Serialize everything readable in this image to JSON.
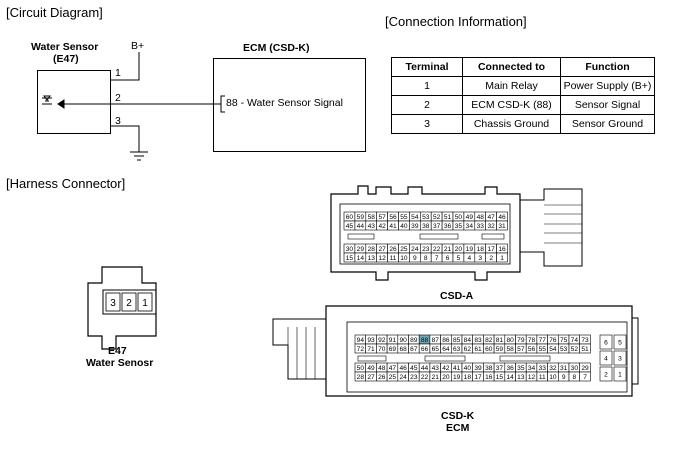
{
  "sections": {
    "circuit": "[Circuit Diagram]",
    "connection": "[Connection Information]",
    "harness": "[Harness Connector]"
  },
  "sensor": {
    "title": "Water Sensor",
    "code": "(E47)",
    "supply": "B+",
    "pins": [
      "1",
      "2",
      "3"
    ]
  },
  "ecm": {
    "title": "ECM (CSD-K)",
    "signal": "88 - Water Sensor Signal"
  },
  "table": {
    "headers": [
      "Terminal",
      "Connected to",
      "Function"
    ],
    "rows": [
      [
        "1",
        "Main Relay",
        "Power Supply (B+)"
      ],
      [
        "2",
        "ECM CSD-K (88)",
        "Sensor Signal"
      ],
      [
        "3",
        "Chassis Ground",
        "Sensor Ground"
      ]
    ]
  },
  "e47": {
    "pins": [
      "3",
      "2",
      "1"
    ],
    "label_1": "E47",
    "label_2": "Water Senosr"
  },
  "csd_a": {
    "label": "CSD-A",
    "row1": [
      "60",
      "59",
      "58",
      "57",
      "56",
      "55",
      "54",
      "53",
      "52",
      "51",
      "50",
      "49",
      "48",
      "47",
      "46"
    ],
    "row2": [
      "45",
      "44",
      "43",
      "42",
      "41",
      "40",
      "39",
      "38",
      "37",
      "36",
      "35",
      "34",
      "33",
      "32",
      "31"
    ],
    "row3": [
      "30",
      "29",
      "28",
      "27",
      "26",
      "25",
      "24",
      "23",
      "22",
      "21",
      "20",
      "19",
      "18",
      "17",
      "16"
    ],
    "row4": [
      "15",
      "14",
      "13",
      "12",
      "11",
      "10",
      "9",
      "8",
      "7",
      "6",
      "5",
      "4",
      "3",
      "2",
      "1"
    ]
  },
  "csd_k": {
    "label_1": "CSD-K",
    "label_2": "ECM",
    "highlight": "88",
    "highlight_color": "#6fa8b8",
    "row1": [
      "94",
      "93",
      "92",
      "91",
      "90",
      "89",
      "88",
      "87",
      "86",
      "85",
      "84",
      "83",
      "82",
      "81",
      "80",
      "79",
      "78",
      "77",
      "76",
      "75",
      "74",
      "73"
    ],
    "row2": [
      "72",
      "71",
      "70",
      "69",
      "68",
      "67",
      "66",
      "65",
      "64",
      "63",
      "62",
      "61",
      "60",
      "59",
      "58",
      "57",
      "56",
      "55",
      "54",
      "53",
      "52",
      "51"
    ],
    "row3": [
      "50",
      "49",
      "48",
      "47",
      "46",
      "45",
      "44",
      "43",
      "42",
      "41",
      "40",
      "39",
      "38",
      "37",
      "36",
      "35",
      "34",
      "33",
      "32",
      "31",
      "30",
      "29"
    ],
    "row4": [
      "28",
      "27",
      "26",
      "25",
      "24",
      "23",
      "22",
      "21",
      "20",
      "19",
      "18",
      "17",
      "16",
      "15",
      "14",
      "13",
      "12",
      "11",
      "10",
      "9",
      "8",
      "7"
    ],
    "side": [
      [
        "6",
        "5"
      ],
      [
        "4",
        "3"
      ],
      [
        "2",
        "1"
      ]
    ]
  }
}
